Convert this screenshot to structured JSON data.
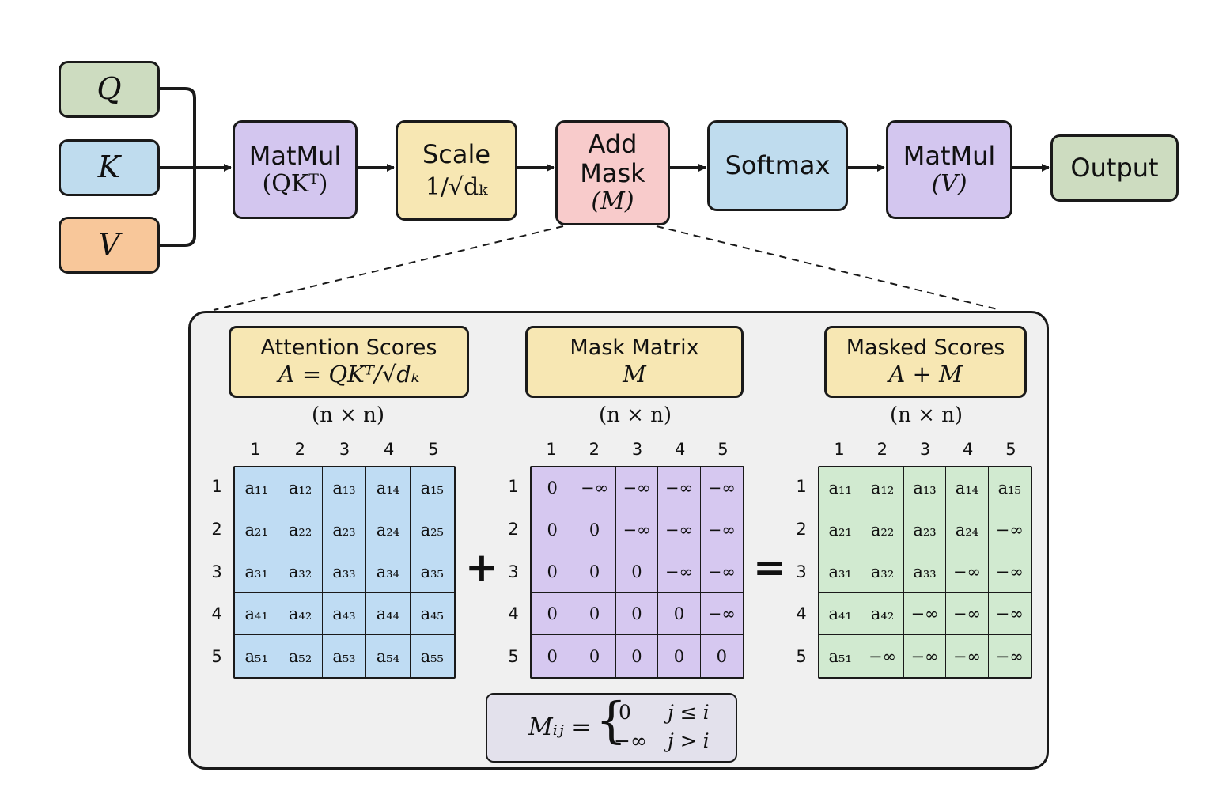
{
  "inputs": [
    {
      "label": "Q",
      "color": "#cddcc0"
    },
    {
      "label": "K",
      "color": "#bfdcee"
    },
    {
      "label": "V",
      "color": "#f8c79a"
    }
  ],
  "pipeline": {
    "matmul1": {
      "line1": "MatMul",
      "line2": "(QKᵀ)",
      "color": "#d3c6ef"
    },
    "scale": {
      "line1": "Scale",
      "line2": "1/√dₖ",
      "color": "#f7e7b3"
    },
    "mask": {
      "line1": "Add",
      "line2": "Mask",
      "line3": "(M)",
      "color": "#f8cbcb"
    },
    "softmax": {
      "line1": "Softmax",
      "color": "#bfdcee"
    },
    "matmul2": {
      "line1": "MatMul",
      "line2": "(V)",
      "color": "#d3c6ef"
    },
    "output": {
      "line1": "Output",
      "color": "#cddcc0"
    }
  },
  "detail": {
    "scores": {
      "title": "Attention Scores",
      "formula": "A = QKᵀ/√dₖ",
      "dims": "(n × n)",
      "cell_color": "#bfdcf3"
    },
    "mask": {
      "title": "Mask Matrix",
      "formula": "M",
      "dims": "(n × n)",
      "cell_color": "#d6c8f0"
    },
    "masked": {
      "title": "Masked Scores",
      "formula": "A + M",
      "dims": "(n × n)",
      "cell_color": "#d1ead0"
    },
    "plus": "+",
    "equals": "=",
    "indices": [
      "1",
      "2",
      "3",
      "4",
      "5"
    ],
    "scores_matrix": [
      [
        "a₁₁",
        "a₁₂",
        "a₁₃",
        "a₁₄",
        "a₁₅"
      ],
      [
        "a₂₁",
        "a₂₂",
        "a₂₃",
        "a₂₄",
        "a₂₅"
      ],
      [
        "a₃₁",
        "a₃₂",
        "a₃₃",
        "a₃₄",
        "a₃₅"
      ],
      [
        "a₄₁",
        "a₄₂",
        "a₄₃",
        "a₄₄",
        "a₄₅"
      ],
      [
        "a₅₁",
        "a₅₂",
        "a₅₃",
        "a₅₄",
        "a₅₅"
      ]
    ],
    "mask_matrix": [
      [
        "0",
        "−∞",
        "−∞",
        "−∞",
        "−∞"
      ],
      [
        "0",
        "0",
        "−∞",
        "−∞",
        "−∞"
      ],
      [
        "0",
        "0",
        "0",
        "−∞",
        "−∞"
      ],
      [
        "0",
        "0",
        "0",
        "0",
        "−∞"
      ],
      [
        "0",
        "0",
        "0",
        "0",
        "0"
      ]
    ],
    "masked_matrix": [
      [
        "a₁₁",
        "a₁₂",
        "a₁₃",
        "a₁₄",
        "a₁₅"
      ],
      [
        "a₂₁",
        "a₂₂",
        "a₂₃",
        "a₂₄",
        "−∞"
      ],
      [
        "a₃₁",
        "a₃₂",
        "a₃₃",
        "−∞",
        "−∞"
      ],
      [
        "a₄₁",
        "a₄₂",
        "−∞",
        "−∞",
        "−∞"
      ],
      [
        "a₅₁",
        "−∞",
        "−∞",
        "−∞",
        "−∞"
      ]
    ],
    "formula": {
      "lhs": "Mᵢⱼ =",
      "brace": "{",
      "case1_value": "0",
      "case1_cond": "j ≤ i",
      "case2_value": "−∞",
      "case2_cond": "j > i"
    }
  }
}
